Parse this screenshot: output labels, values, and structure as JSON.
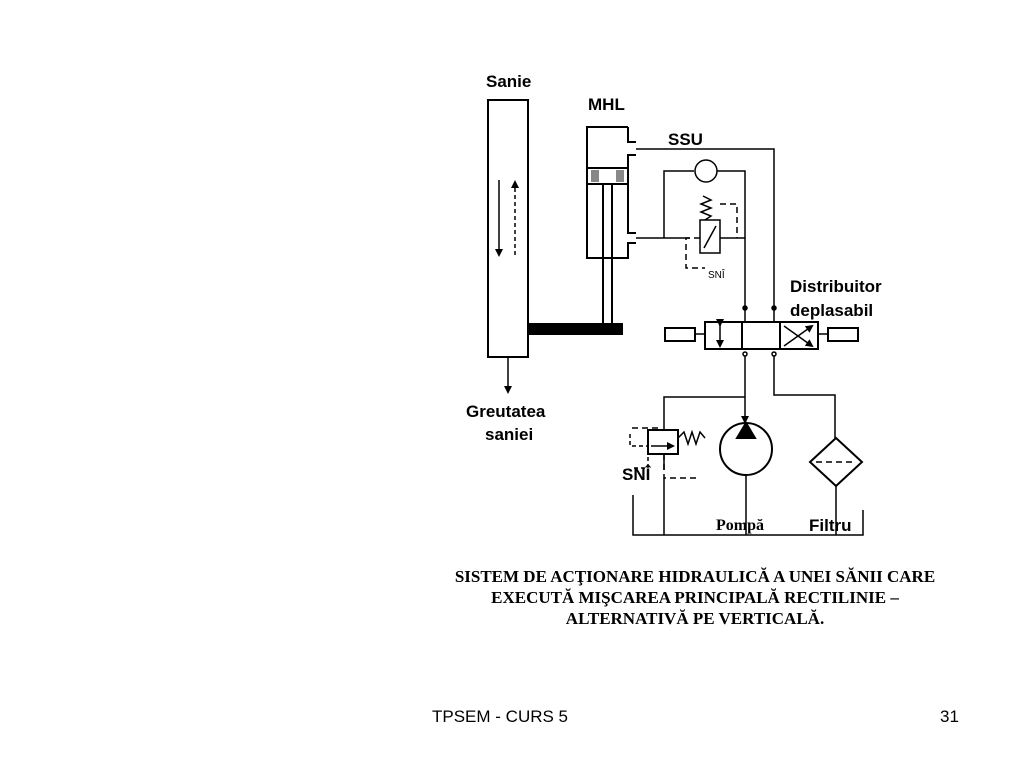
{
  "labels": {
    "sanie": "Sanie",
    "mhl": "MHL",
    "ssu": "SSU",
    "sni_small": "SNÎ",
    "distribuitor_line1": "Distribuitor",
    "distribuitor_line2": "deplasabil",
    "greutatea_line1": "Greutatea",
    "greutatea_line2": "saniei",
    "sni": "SNÎ",
    "pompa": "Pompă",
    "filtru": "Filtru"
  },
  "caption": {
    "line1": "SISTEM DE ACŢIONARE HIDRAULICĂ A UNEI SĂNII CARE",
    "line2": "EXECUTĂ MIŞCAREA PRINCIPALĂ RECTILINIE –",
    "line3": "ALTERNATIVĂ PE VERTICALĂ."
  },
  "footer": {
    "title": "TPSEM - CURS 5",
    "page_number": "31"
  }
}
